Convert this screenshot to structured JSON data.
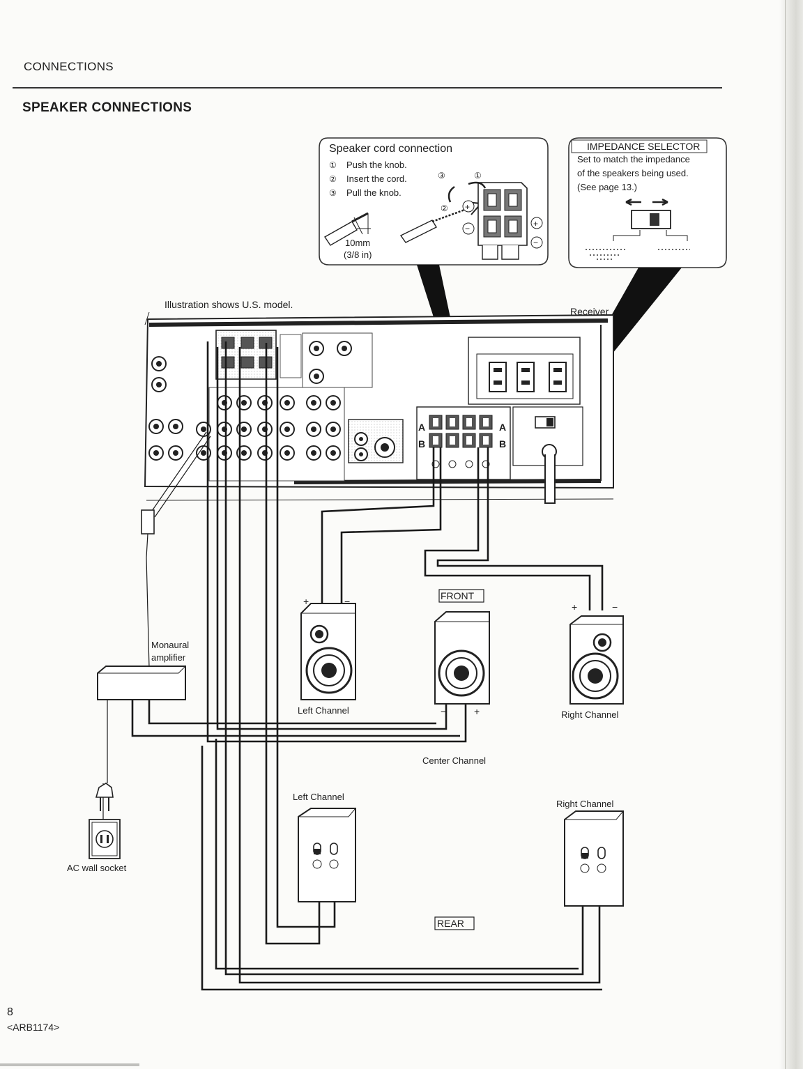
{
  "header": {
    "section": "CONNECTIONS",
    "title": "SPEAKER CONNECTIONS"
  },
  "cord_box": {
    "title": "Speaker cord connection",
    "steps": [
      "Push the knob.",
      "Insert the cord.",
      "Pull the knob."
    ],
    "step_markers": [
      "①",
      "②",
      "③"
    ],
    "length": "10mm",
    "length_imperial": "(3/8 in)"
  },
  "impedance_box": {
    "title": "IMPEDANCE SELECTOR",
    "lines": [
      "Set to match the impedance",
      "of the speakers being used.",
      "(See page 13.)"
    ]
  },
  "receiver": {
    "note": "Illustration shows U.S. model.",
    "label": "Receiver",
    "terminal_a": "A",
    "terminal_b": "B"
  },
  "labels": {
    "front": "FRONT",
    "rear": "REAR",
    "monaural_amp_line1": "Monaural",
    "monaural_amp_line2": "amplifier",
    "front_left": "Left Channel",
    "front_right": "Right Channel",
    "center": "Center Channel",
    "rear_left": "Left Channel",
    "rear_right": "Right Channel",
    "ac_socket": "AC wall socket",
    "plus": "+",
    "minus": "−"
  },
  "footer": {
    "page": "8",
    "code": "<ARB1174>"
  }
}
